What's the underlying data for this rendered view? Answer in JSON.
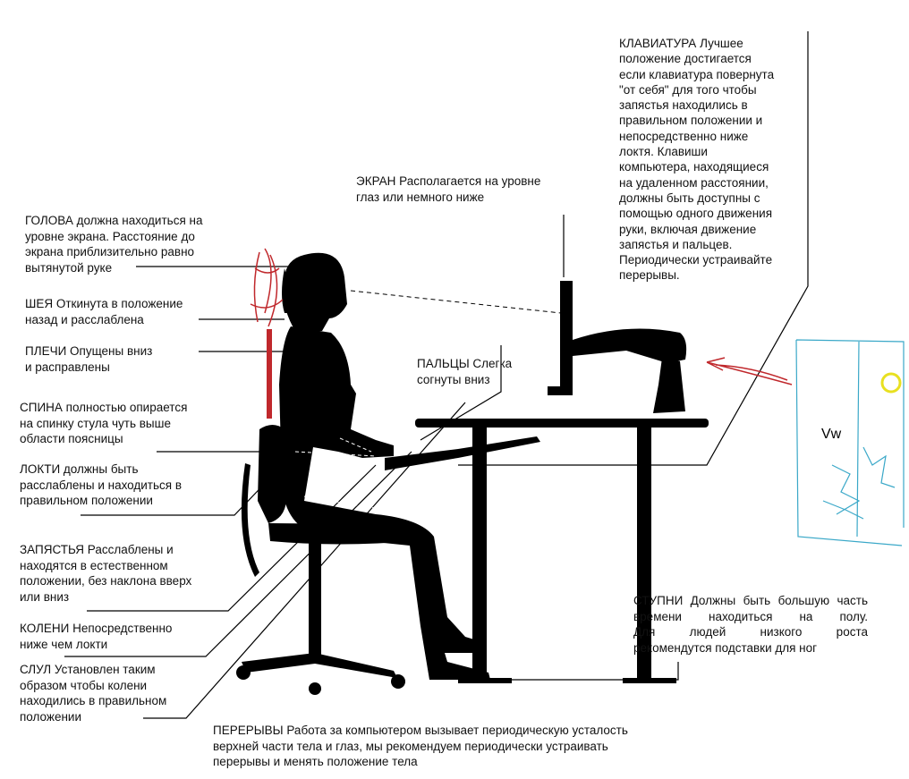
{
  "notes": {
    "head": [
      "ГОЛОВА должна находиться на",
      "уровне экрана. Расстояние до",
      "экрана приблизительно равно",
      "вытянутой руке"
    ],
    "neck": [
      "ШЕЯ   Откинута в положение",
      "назад и расслаблена"
    ],
    "shoulders": [
      "ПЛЕЧИ Опущены вниз",
      "и расправлены"
    ],
    "back": [
      "СПИНА полностью опирается",
      "на спинку стула  чуть выше",
      "области поясницы"
    ],
    "elbows": [
      "ЛОКТИ должны быть",
      "расслаблены и находиться в",
      "правильном положении"
    ],
    "wrists": [
      "ЗАПЯСТЬЯ Расслаблены и",
      "находятся в естественном",
      "положении, без наклона вверх",
      "или вниз"
    ],
    "knees": [
      "КОЛЕНИ Непосредственно",
      "ниже чем локти"
    ],
    "chair": [
      "СЛУЛ Установлен таким",
      "образом чтобы колени",
      "находились в правильном",
      "положении"
    ],
    "breaks": [
      "ПЕРЕРЫВЫ Работа за компьютером вызывает периодическую усталость",
      "верхней части тела и глаз, мы рекомендуем периодически устраивать",
      "перерывы и менять положение тела"
    ],
    "feet": [
      "СТУПНИ Должны быть большую часть времени находиться на полу.",
      "Для людей низкого роста",
      "рекомендутся подставки для ног"
    ],
    "screen": [
      "ЭКРАН Располагается на уровне",
      "глаз или немного ниже"
    ],
    "fingers": [
      "ПАЛЬЦЫ Слегка",
      "согнуты вниз"
    ],
    "keyboard": [
      "КЛАВИАТУРА Лучшее",
      "положение достигается",
      "если клавиатура повернута",
      "\"от себя\" для того чтобы",
      "запястья находились в",
      "правильном положении и",
      "непосредственно ниже",
      "локтя.  Клавиши",
      "компьютера, находящиеся",
      "на удаленном расстоянии,",
      "должны быть доступны с",
      "помощью одного движения",
      "руки, включая движение",
      "запястья и пальцев.",
      "Периодически устраивайте",
      "перерывы."
    ]
  },
  "doodle_text": "Vw",
  "colors": {
    "ink": "#000000",
    "scribble_red": "#c0282c",
    "scribble_blue": "#3aa8c8",
    "sun": "#e8e020"
  }
}
